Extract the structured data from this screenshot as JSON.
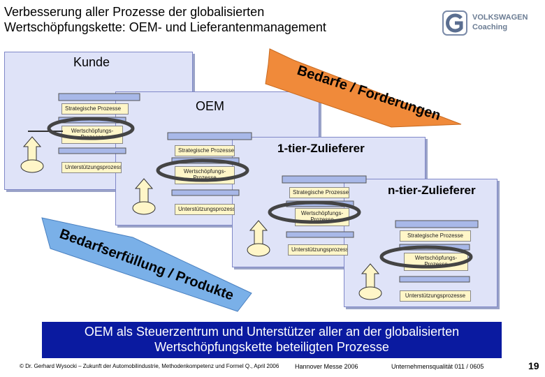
{
  "header": {
    "title_line1": "Verbesserung aller Prozesse der globalisierten",
    "title_line2": "Wertschöpfungskette: OEM- und Lieferantenmanagement",
    "logo_line1": "VOLKSWAGEN",
    "logo_line2": "Coaching",
    "logo_icon": "vw-coaching-logo-icon"
  },
  "panels": {
    "kunde": "Kunde",
    "oem": "OEM",
    "tier1": "1-tier-Zulieferer",
    "tiern": "n-tier-Zulieferer"
  },
  "processes": {
    "strategic": "Strategische Prozesse",
    "value": "Wertschöpfungs-Prozesse",
    "support": "Unterstützungsprozesse"
  },
  "arrows": {
    "bedarfe": "Bedarfe / Forderungen",
    "erfuellung": "Bedarfserfüllung / Produkte"
  },
  "banner": {
    "line1": "OEM als Steuerzentrum und Unterstützer aller an der globalisierten",
    "line2": "Wertschöpfungskette beteiligten Prozesse"
  },
  "footer": {
    "copyright": "© Dr. Gerhard Wysocki – Zukunft der Automobilindustrie, Methodenkompetenz und Formel Q., April 2006",
    "event": "Hannover Messe 2006",
    "topic": "Unternehmensqualität 011 / 0605",
    "page": "19"
  },
  "colors": {
    "panel": "#dfe3f8",
    "banner": "#0a1aa0",
    "arrow1": "#f08a3a",
    "arrow2": "#7ab0e8"
  }
}
